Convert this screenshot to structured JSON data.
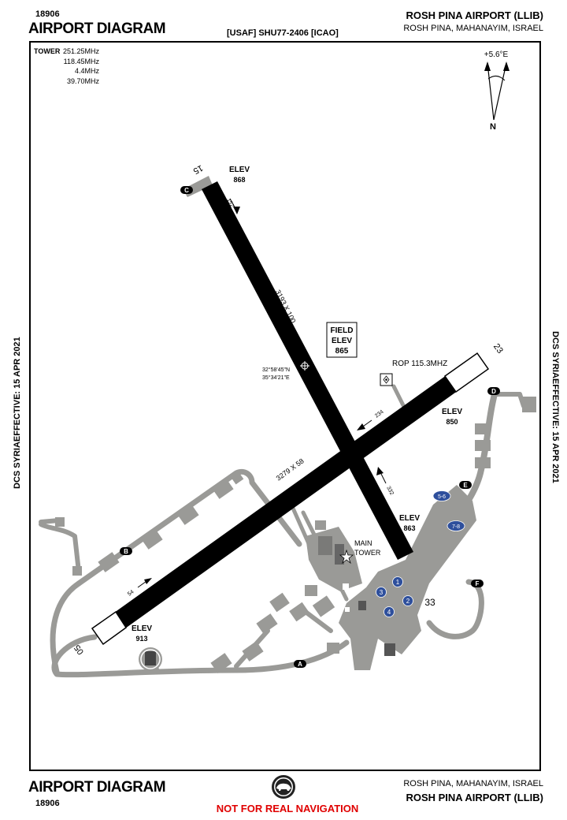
{
  "header": {
    "code_top": "18906",
    "title_top": "AIRPORT DIAGRAM",
    "ident_center": "[USAF] SHU77-2406 [ICAO]",
    "airport_name_top": "ROSH PINA AIRPORT (LLIB)",
    "location_top": "ROSH PINA, MAHANAYIM, ISRAEL"
  },
  "footer": {
    "title_bottom": "AIRPORT DIAGRAM",
    "code_bottom": "18906",
    "location_bottom": "ROSH PINA, MAHANAYIM, ISRAEL",
    "airport_name_bottom": "ROSH PINA AIRPORT (LLIB)",
    "warning": "NOT FOR REAL NAVIGATION"
  },
  "side_left": "DCS SYRIAEFFECTIVE: 15 APR 2021",
  "side_right": "DCS SYRIAEFFECTIVE: 15 APR 2021",
  "frequencies": {
    "tower_label": "TOWER",
    "values": [
      "251.25MHz",
      "118.45MHz",
      "4.4MHz",
      "39.70MHz"
    ]
  },
  "north": {
    "variation": "+5.6°E",
    "label": "N"
  },
  "field_elev": {
    "line1": "FIELD",
    "line2": "ELEV",
    "value": "865"
  },
  "elevations": [
    {
      "label": "ELEV",
      "value": "868"
    },
    {
      "label": "ELEV",
      "value": "850"
    },
    {
      "label": "ELEV",
      "value": "863"
    },
    {
      "label": "ELEV",
      "value": "913"
    }
  ],
  "runways": {
    "rwy_15_33": {
      "end_a": "15",
      "end_b": "33",
      "size": "3193 X 100",
      "hdg_a": "152",
      "hdg_b": "332"
    },
    "rwy_05_23": {
      "end_a": "05",
      "end_b": "23",
      "size": "3279 X 58",
      "hdg_a": "54",
      "hdg_b": "234"
    }
  },
  "coordinates": {
    "lat": "32°58'45\"N",
    "lon": "35°34'21\"E"
  },
  "navaid": {
    "label": "ROP 115.3MHZ"
  },
  "tower": {
    "line1": "MAIN",
    "line2": "TOWER"
  },
  "taxiways": [
    "A",
    "B",
    "C",
    "D",
    "E",
    "F"
  ],
  "parking": [
    "1",
    "2",
    "3",
    "4",
    "5-6",
    "7-8"
  ],
  "colors": {
    "runway": "#000000",
    "taxiway": "#9a9a97",
    "parking_spot": "#2e4f9c",
    "warning": "#e00000",
    "frame": "#000000"
  },
  "icons": {
    "logo": "boar-logo-icon"
  }
}
